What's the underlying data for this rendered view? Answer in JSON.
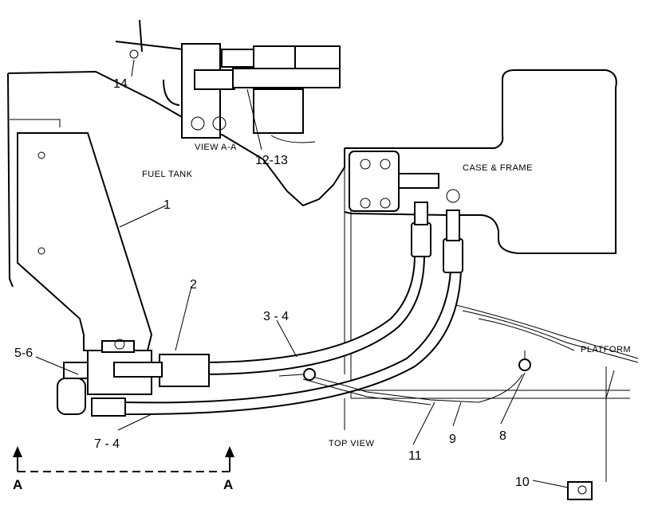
{
  "captions": {
    "fuel_tank": "FUEL TANK",
    "case_frame": "CASE & FRAME",
    "view_aa": "VIEW A-A",
    "top_view": "TOP VIEW",
    "platform": "PLATFORM"
  },
  "callouts": {
    "c1": "1",
    "c2": "2",
    "c3_4": "3 - 4",
    "c5_6": "5-6",
    "c7_4": "7 - 4",
    "c8": "8",
    "c9": "9",
    "c10": "10",
    "c11": "11",
    "c12_13": "12-13",
    "c14": "14"
  },
  "section": {
    "left": "A",
    "right": "A"
  }
}
